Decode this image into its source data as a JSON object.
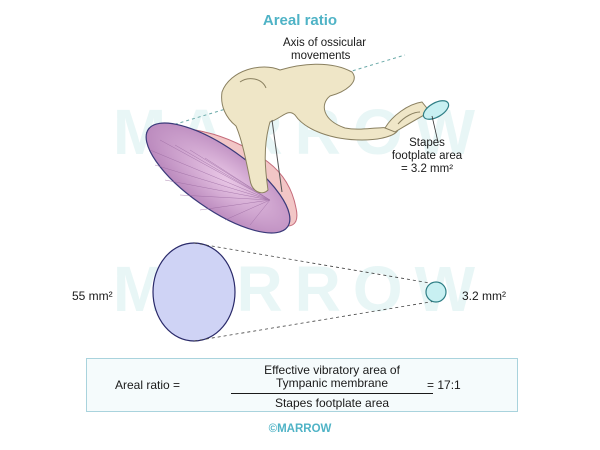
{
  "title": "Areal ratio",
  "watermark": "MARROW",
  "labels": {
    "axis_line1": "Axis of ossicular",
    "axis_line2": "movements",
    "stapes_line1": "Stapes",
    "stapes_line2": "footplate area",
    "stapes_line3": "= 3.2 mm²",
    "left_area": "55 mm²",
    "right_area": "3.2 mm²"
  },
  "formula": {
    "lhs": "Areal ratio =",
    "numerator_line1": "Effective vibratory area of",
    "numerator_line2": "Tympanic membrane",
    "denominator": "Stapes footplate area",
    "result": "= 17:1"
  },
  "footer": "©MARROW",
  "colors": {
    "accent": "#4fb3c6",
    "membrane": "#b57fb5",
    "bone": "#efe6c7",
    "area_large": "#cfd3f5",
    "area_small": "#c8f0f2"
  }
}
